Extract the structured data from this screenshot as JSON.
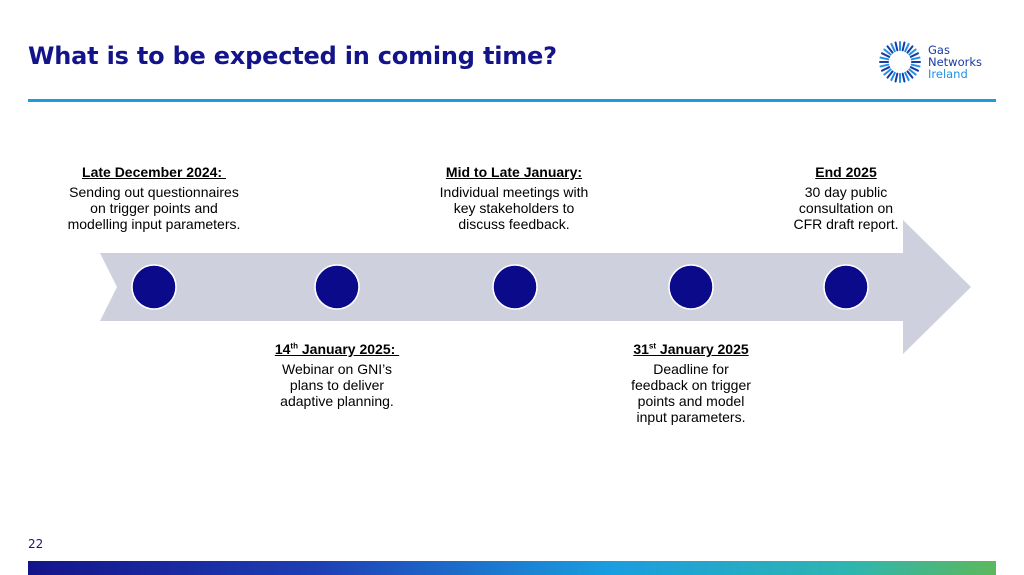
{
  "slide": {
    "title": "What is to be expected in coming time?",
    "page_number": "22"
  },
  "logo": {
    "line1": "Gas",
    "line2": "Networks",
    "line3": "Ireland",
    "icon": "sunburst-icon"
  },
  "colors": {
    "title": "#14148a",
    "accent_rule": "#1a9de0",
    "arrow": "#cfd0de",
    "milestone": "#0a0a8a"
  },
  "timeline": {
    "milestone_count": 5,
    "events_top": [
      {
        "heading": "Late December 2024: ",
        "sup": "",
        "heading_rest": "",
        "body": "Sending out questionnaires\non trigger points and\nmodelling input parameters."
      },
      {
        "heading": "Mid to Late January:",
        "sup": "",
        "heading_rest": "",
        "body": "Individual meetings with\nkey stakeholders to\ndiscuss feedback."
      },
      {
        "heading": "End 2025",
        "sup": "",
        "heading_rest": "",
        "body": "30 day public\nconsultation on\nCFR draft report."
      }
    ],
    "events_bottom": [
      {
        "heading": "14",
        "sup": "th",
        "heading_rest": " January 2025: ",
        "body": "Webinar on GNI’s\nplans to deliver\nadaptive planning."
      },
      {
        "heading": "31",
        "sup": "st",
        "heading_rest": " January 2025",
        "body": "Deadline for\nfeedback on trigger\npoints and model\ninput parameters."
      }
    ]
  }
}
